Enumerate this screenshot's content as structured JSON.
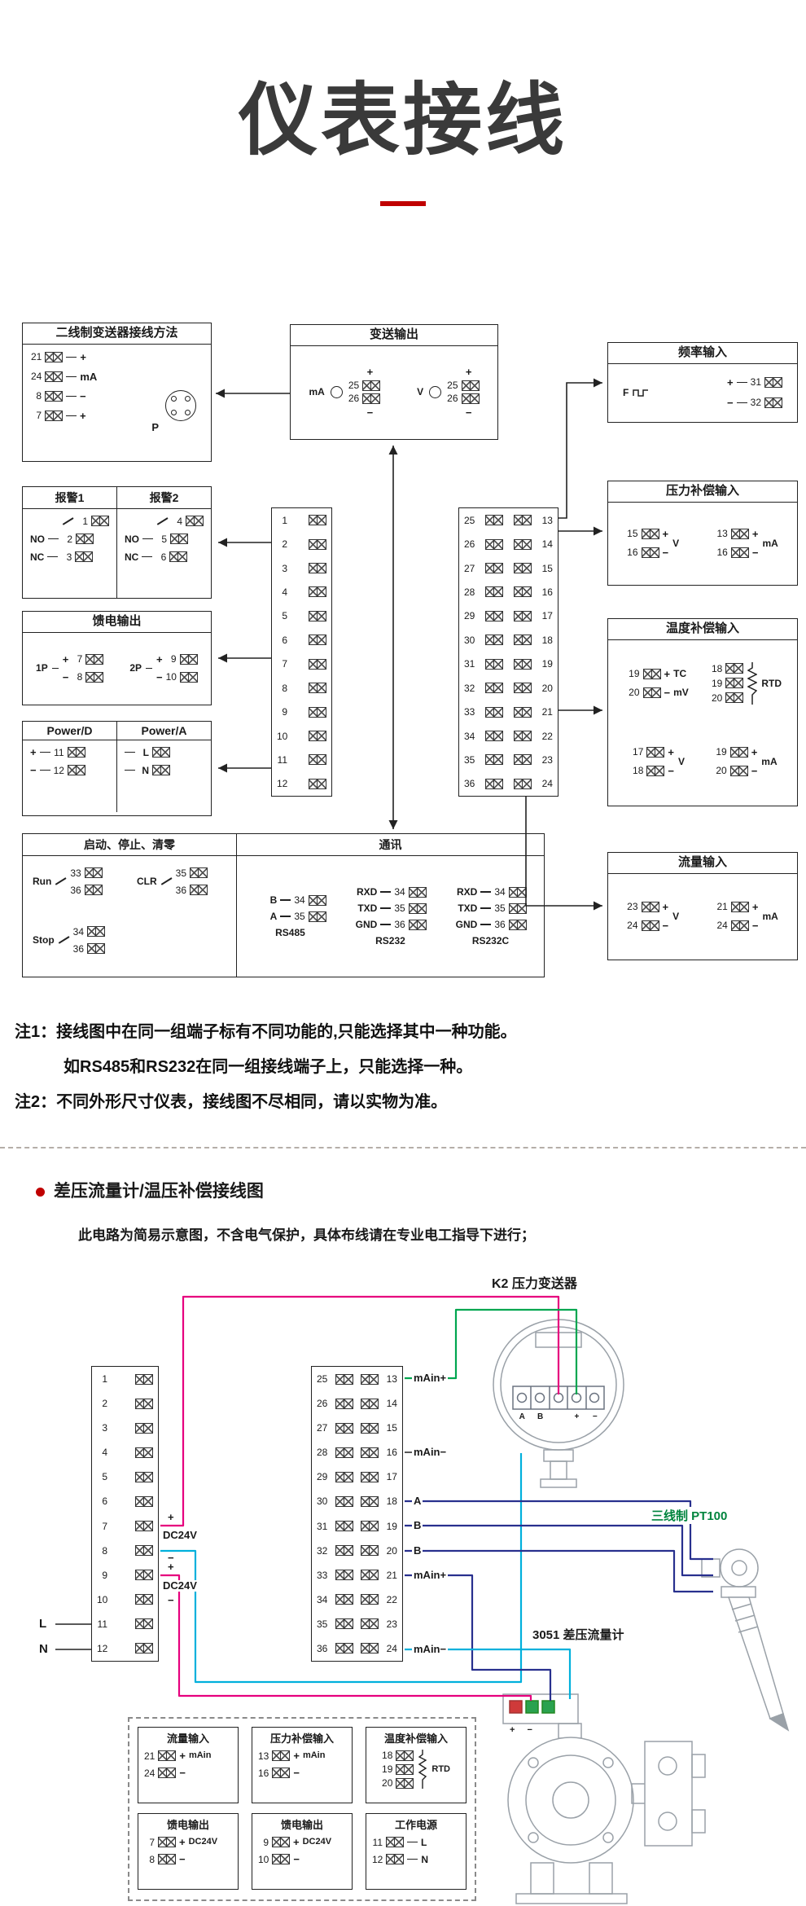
{
  "title": "仪表接线",
  "strips": {
    "a": [
      "1",
      "2",
      "3",
      "4",
      "5",
      "6",
      "7",
      "8",
      "9",
      "10",
      "11",
      "12"
    ],
    "b": [
      {
        "l": "25",
        "r": "13"
      },
      {
        "l": "26",
        "r": "14"
      },
      {
        "l": "27",
        "r": "15"
      },
      {
        "l": "28",
        "r": "16"
      },
      {
        "l": "29",
        "r": "17"
      },
      {
        "l": "30",
        "r": "18"
      },
      {
        "l": "31",
        "r": "19"
      },
      {
        "l": "32",
        "r": "20"
      },
      {
        "l": "33",
        "r": "21"
      },
      {
        "l": "34",
        "r": "22"
      },
      {
        "l": "35",
        "r": "23"
      },
      {
        "l": "36",
        "r": "24"
      }
    ]
  },
  "top": {
    "b1": {
      "title": "二线制变送器接线方法",
      "plug": "P",
      "rows": [
        {
          "n": "21",
          "s": "+"
        },
        {
          "n": "24",
          "s": "mA"
        },
        {
          "n": "8",
          "s": "−"
        },
        {
          "n": "7",
          "s": "+"
        }
      ]
    },
    "b2": {
      "title": "变送输出",
      "groups": [
        {
          "label": "mA",
          "plus": "+",
          "minus": "−",
          "t1": "25",
          "t2": "26"
        },
        {
          "label": "V",
          "plus": "+",
          "minus": "−",
          "t1": "25",
          "t2": "26"
        }
      ]
    },
    "b3": {
      "title": "频率输入",
      "label": "F",
      "rows": [
        {
          "s": "+",
          "n": "31"
        },
        {
          "s": "−",
          "n": "32"
        }
      ]
    },
    "b4": {
      "h1": "报警1",
      "h2": "报警2",
      "c1": {
        "com": "1",
        "rows": [
          {
            "l": "NO",
            "n": "2"
          },
          {
            "l": "NC",
            "n": "3"
          }
        ]
      },
      "c2": {
        "com": "4",
        "rows": [
          {
            "l": "NO",
            "n": "5"
          },
          {
            "l": "NC",
            "n": "6"
          }
        ]
      }
    },
    "b5": {
      "title": "馈电输出",
      "groups": [
        {
          "label": "1P",
          "rows": [
            {
              "s": "+",
              "n": "7"
            },
            {
              "s": "−",
              "n": "8"
            }
          ]
        },
        {
          "label": "2P",
          "rows": [
            {
              "s": "+",
              "n": "9"
            },
            {
              "s": "−",
              "n": "10"
            }
          ]
        }
      ]
    },
    "b6": {
      "h1": "Power/D",
      "h2": "Power/A",
      "c1": [
        {
          "s": "+",
          "n": "11"
        },
        {
          "s": "−",
          "n": "12"
        }
      ],
      "c2": [
        {
          "n": "L"
        },
        {
          "n": "N"
        }
      ]
    },
    "b7": {
      "title": "压力补偿输入",
      "groups": [
        {
          "label": "V",
          "rows": [
            {
              "n": "15",
              "s": "+"
            },
            {
              "n": "16",
              "s": "−"
            }
          ]
        },
        {
          "label": "mA",
          "rows": [
            {
              "n": "13",
              "s": "+"
            },
            {
              "n": "16",
              "s": "−"
            }
          ]
        }
      ]
    },
    "b8": {
      "title": "温度补偿输入",
      "tc": {
        "rows": [
          {
            "n": "19",
            "s": "+",
            "l": "TC"
          },
          {
            "n": "20",
            "s": "−",
            "l": "mV"
          }
        ]
      },
      "rtd": {
        "label": "RTD",
        "terms": [
          "18",
          "19",
          "20"
        ]
      },
      "v": {
        "label": "V",
        "rows": [
          {
            "n": "17",
            "s": "+"
          },
          {
            "n": "18",
            "s": "−"
          }
        ]
      },
      "ma": {
        "label": "mA",
        "rows": [
          {
            "n": "19",
            "s": "+"
          },
          {
            "n": "20",
            "s": "−"
          }
        ]
      }
    },
    "b9": {
      "title": "流量输入",
      "groups": [
        {
          "label": "V",
          "rows": [
            {
              "n": "23",
              "s": "+"
            },
            {
              "n": "24",
              "s": "−"
            }
          ]
        },
        {
          "label": "mA",
          "rows": [
            {
              "n": "21",
              "s": "+"
            },
            {
              "n": "24",
              "s": "−"
            }
          ]
        }
      ]
    },
    "b10": {
      "h1": "启动、停止、清零",
      "h2": "通讯",
      "sw": [
        {
          "label": "Run",
          "t1": "33",
          "t2": "36"
        },
        {
          "label": "CLR",
          "t1": "35",
          "t2": "36"
        },
        {
          "label": "Stop",
          "t1": "34",
          "t2": "36"
        }
      ],
      "comm": [
        {
          "name": "RS485",
          "rows": [
            {
              "l": "B",
              "n": "34"
            },
            {
              "l": "A",
              "n": "35"
            }
          ]
        },
        {
          "name": "RS232",
          "rows": [
            {
              "l": "RXD",
              "n": "34"
            },
            {
              "l": "TXD",
              "n": "35"
            },
            {
              "l": "GND",
              "n": "36"
            }
          ]
        },
        {
          "name": "RS232C",
          "rows": [
            {
              "l": "RXD",
              "n": "34"
            },
            {
              "l": "TXD",
              "n": "35"
            },
            {
              "l": "GND",
              "n": "36"
            }
          ]
        }
      ]
    }
  },
  "notes": {
    "line1": "注1：接线图中在同一组端子标有不同功能的,只能选择其中一种功能。",
    "line2": "如RS485和RS232在同一组接线端子上，只能选择一种。",
    "line3": "注2：不同外形尺寸仪表，接线图不尽相同，请以实物为准。"
  },
  "bottom": {
    "heading": "差压流量计/温压补偿接线图",
    "subheading": "此电路为简易示意图，不含电气保护，具体布线请在专业电工指导下进行；",
    "k2_label": "K2 压力变送器",
    "k2_terms": [
      "A",
      "B",
      "",
      "+",
      "−"
    ],
    "pt100_label": "三线制 PT100",
    "dp_label": "3051 差压流量计",
    "dp_signs": "+ −",
    "mains_l": "L",
    "mains_n": "N",
    "feed1": {
      "plus": "+",
      "name": "DC24V",
      "minus": "−"
    },
    "feed2": {
      "plus": "+",
      "name": "DC24V",
      "minus": "−"
    },
    "strip_labels": [
      "mAin+",
      "mAin−",
      "A",
      "B",
      "B",
      "mAin+",
      "mAin−"
    ],
    "legend": {
      "flow": {
        "title": "流量输入",
        "rows": [
          {
            "n": "21",
            "s": "+",
            "l": "mAin"
          },
          {
            "n": "24",
            "s": "−"
          }
        ]
      },
      "pressure": {
        "title": "压力补偿输入",
        "rows": [
          {
            "n": "13",
            "s": "+",
            "l": "mAin"
          },
          {
            "n": "16",
            "s": "−"
          }
        ]
      },
      "temp": {
        "title": "温度补偿输入",
        "label": "RTD",
        "terms": [
          "18",
          "19",
          "20"
        ]
      },
      "feed1": {
        "title": "馈电输出",
        "rows": [
          {
            "n": "7",
            "s": "+",
            "l": "DC24V"
          },
          {
            "n": "8",
            "s": "−"
          }
        ]
      },
      "feed2": {
        "title": "馈电输出",
        "rows": [
          {
            "n": "9",
            "s": "+",
            "l": "DC24V"
          },
          {
            "n": "10",
            "s": "−"
          }
        ]
      },
      "power": {
        "title": "工作电源",
        "rows": [
          {
            "n": "11",
            "l": "L"
          },
          {
            "n": "12",
            "l": "N"
          }
        ]
      }
    }
  },
  "colors": {
    "accent_red": "#c00000",
    "wire_magenta": "#e6007e",
    "wire_cyan": "#00b0dc",
    "wire_green": "#00a650",
    "wire_navy": "#28308e",
    "pt100_green": "#00843d"
  }
}
